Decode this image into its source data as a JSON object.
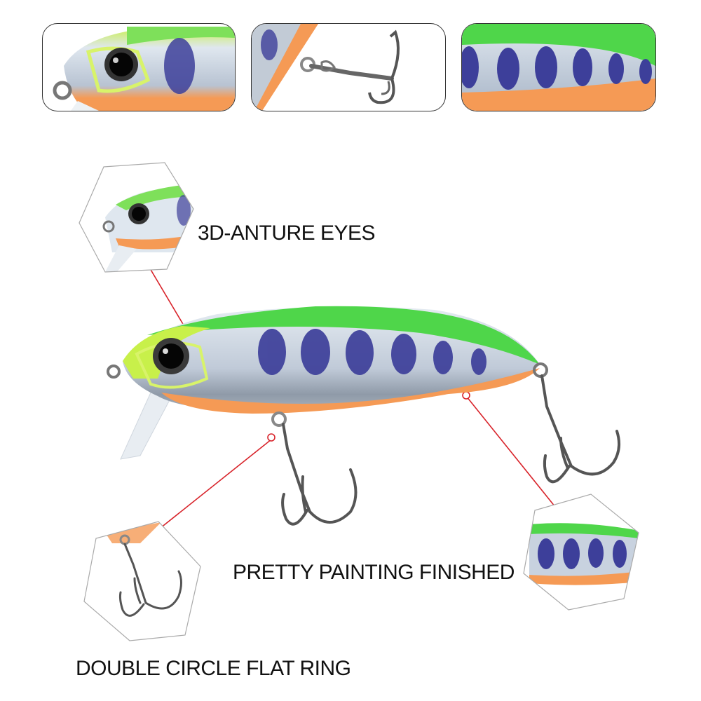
{
  "thumbnails": [
    {
      "name": "head-eye-closeup",
      "subject": "lure head with 3D eye and line tie ring"
    },
    {
      "name": "hook-closeup",
      "subject": "treble hook attached via split ring"
    },
    {
      "name": "body-paint-closeup",
      "subject": "painted body with blue parr marks"
    }
  ],
  "callouts": {
    "eyes": {
      "label": "3D-ANTURE EYES"
    },
    "paint": {
      "label": "PRETTY PAINTING FINISHED"
    },
    "ring": {
      "label": "DOUBLE CIRCLE FLAT RING"
    }
  },
  "colors": {
    "green_back": "#4fd64a",
    "lime_head": "#c8f04a",
    "orange_belly": "#f59a55",
    "parr_blue": "#3d3f9a",
    "silver": "#c9d2df",
    "callout_red": "#d8232a",
    "hex_border": "#aaaaaa",
    "text": "#111111"
  }
}
